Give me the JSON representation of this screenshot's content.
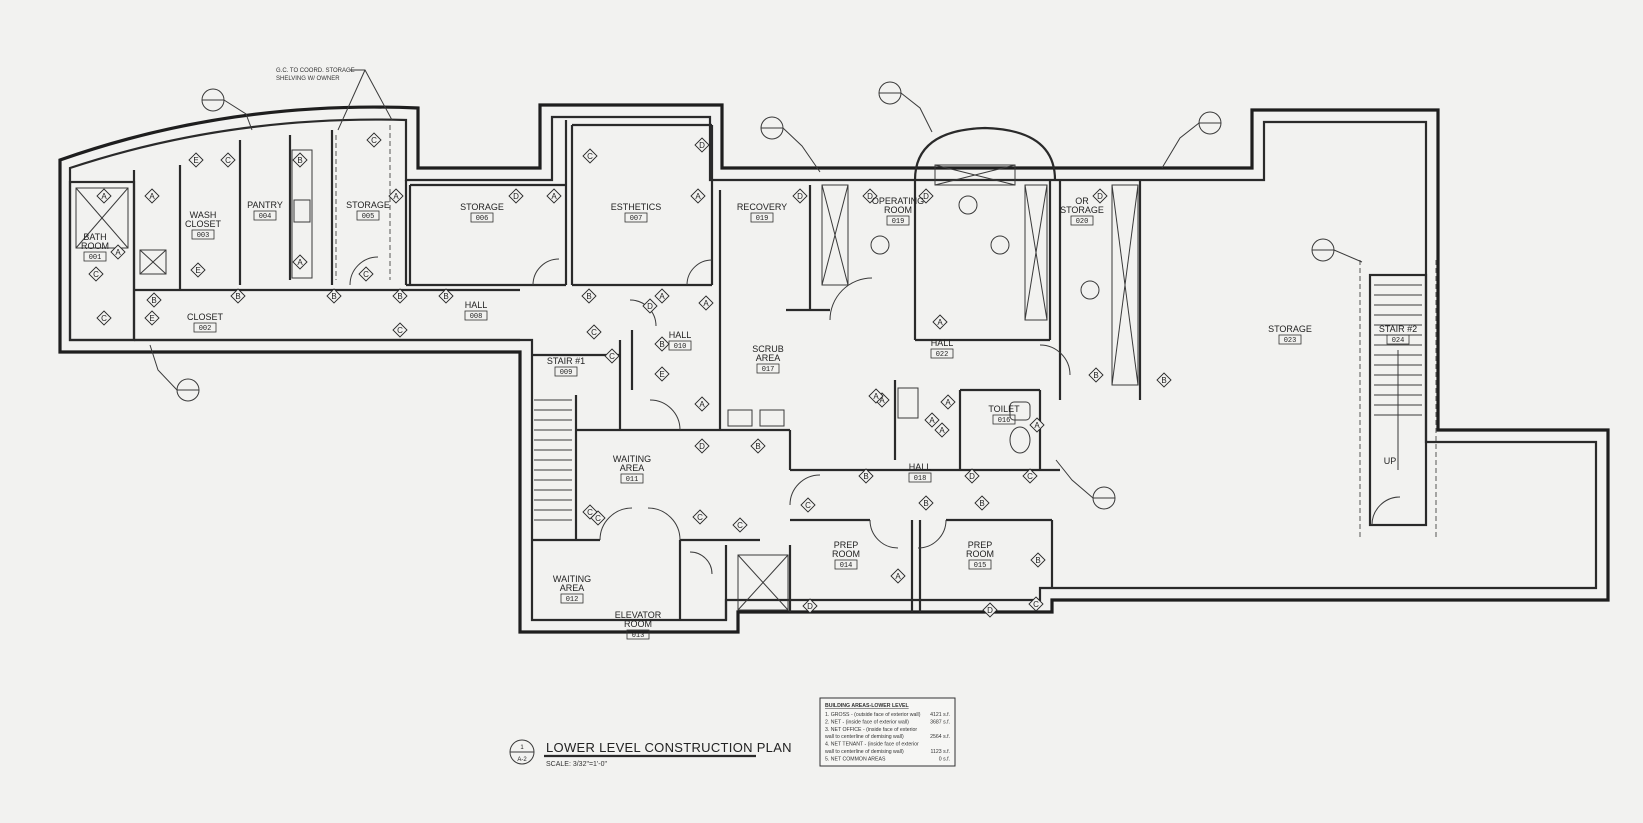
{
  "drawing": {
    "title": "LOWER LEVEL CONSTRUCTION PLAN",
    "scale": "SCALE: 3/32\"=1'-0\"",
    "title_symbol_top": "1",
    "title_symbol_bottom": "A-2",
    "top_note_line1": "G.C. TO COORD. STORAGE",
    "top_note_line2": "SHELVING W/ OWNER"
  },
  "rooms": [
    {
      "id": "bath",
      "name": "BATH",
      "name2": "ROOM",
      "number": "001"
    },
    {
      "id": "closet",
      "name": "CLOSET",
      "name2": "",
      "number": "002"
    },
    {
      "id": "wash",
      "name": "WASH",
      "name2": "CLOSET",
      "number": "003"
    },
    {
      "id": "pantry",
      "name": "PANTRY",
      "name2": "",
      "number": "004"
    },
    {
      "id": "storage5",
      "name": "STORAGE",
      "name2": "",
      "number": "005"
    },
    {
      "id": "storage6",
      "name": "STORAGE",
      "name2": "",
      "number": "006"
    },
    {
      "id": "esthetics",
      "name": "ESTHETICS",
      "name2": "",
      "number": "007"
    },
    {
      "id": "hall8",
      "name": "HALL",
      "name2": "",
      "number": "008"
    },
    {
      "id": "stair1",
      "name": "STAIR #1",
      "name2": "",
      "number": "009"
    },
    {
      "id": "hall10",
      "name": "HALL",
      "name2": "",
      "number": "010"
    },
    {
      "id": "waiting11",
      "name": "WAITING",
      "name2": "AREA",
      "number": "011"
    },
    {
      "id": "waiting12",
      "name": "WAITING",
      "name2": "AREA",
      "number": "012"
    },
    {
      "id": "elevator",
      "name": "ELEVATOR",
      "name2": "ROOM",
      "number": "013"
    },
    {
      "id": "prep14",
      "name": "PREP",
      "name2": "ROOM",
      "number": "014"
    },
    {
      "id": "prep15",
      "name": "PREP",
      "name2": "ROOM",
      "number": "015"
    },
    {
      "id": "toilet",
      "name": "TOILET",
      "name2": "",
      "number": "016"
    },
    {
      "id": "scrub",
      "name": "SCRUB",
      "name2": "AREA",
      "number": "017"
    },
    {
      "id": "hall18",
      "name": "HALL",
      "name2": "",
      "number": "018"
    },
    {
      "id": "recovery",
      "name": "RECOVERY",
      "name2": "",
      "number": "019"
    },
    {
      "id": "operating",
      "name": "OPERATING",
      "name2": "ROOM",
      "number": "019"
    },
    {
      "id": "orstorage",
      "name": "OR",
      "name2": "STORAGE",
      "number": "020"
    },
    {
      "id": "hall22",
      "name": "HALL",
      "name2": "",
      "number": "022"
    },
    {
      "id": "storage23",
      "name": "STORAGE",
      "name2": "",
      "number": "023"
    },
    {
      "id": "stair2",
      "name": "STAIR #2",
      "name2": "",
      "number": "024"
    },
    {
      "id": "up",
      "name": "UP",
      "name2": "",
      "number": ""
    }
  ],
  "legend": {
    "heading": "BUILDING AREAS-LOWER LEVEL",
    "rows": [
      {
        "text": "1. GROSS - (outside face of exterior wall)",
        "value": "4121 s.f."
      },
      {
        "text": "2. NET - (inside face of exterior wall)",
        "value": "3687 s.f."
      },
      {
        "text": "3. NET OFFICE - (inside face of exterior",
        "value": ""
      },
      {
        "text": "    wall to centerline of demising wall)",
        "value": "2564 s.f."
      },
      {
        "text": "4. NET TENANT - (inside face of exterior",
        "value": ""
      },
      {
        "text": "    wall to centerline of demising wall)",
        "value": "1123 s.f."
      },
      {
        "text": "5. NET COMMON AREAS",
        "value": "0 s.f."
      }
    ]
  },
  "tags": [
    "A",
    "B",
    "C",
    "D",
    "E"
  ]
}
